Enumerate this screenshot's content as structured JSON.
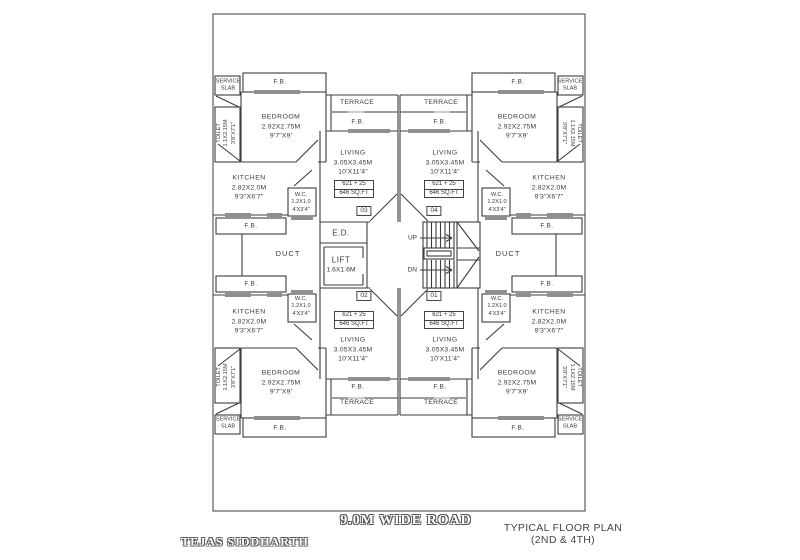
{
  "plan": {
    "rooms": {
      "bedroom": {
        "name": "BEDROOM",
        "dim_m": "2.92X2.75M",
        "dim_ft": "9'7\"X9'"
      },
      "living": {
        "name": "LIVING",
        "dim_m": "3.05X3.45M",
        "dim_ft": "10'X11'4\""
      },
      "kitchen": {
        "name": "KITCHEN",
        "dim_m": "2.82X2.0M",
        "dim_ft": "9'3\"X6'7\""
      },
      "toilet": {
        "name": "TOILET",
        "dim_m": "1.1X2.15M",
        "dim_ft": "3'8\"X7'1\""
      },
      "wc": {
        "name": "W.C.",
        "dim_m": "1.2X1.0",
        "dim_ft": "4'X3'4\""
      },
      "lift": {
        "name": "LIFT",
        "dim": "1.6X1.6M"
      },
      "terrace": "TERRACE",
      "fb": "F.B.",
      "duct": "DUCT",
      "ed": "E.D.",
      "service_slab": {
        "line1": "SERVICE",
        "line2": "SLAB"
      }
    },
    "area_box": {
      "line1": "621 + 25",
      "line2": "646 SQ.FT"
    },
    "units": {
      "u1": "01",
      "u2": "02",
      "u3": "03",
      "u4": "04"
    },
    "stairs": {
      "up": "UP",
      "dn": "DN"
    }
  },
  "footer": {
    "road": "9.0M WIDE ROAD",
    "project": "TEJAS SIDDHARTH",
    "title": "TYPICAL FLOOR PLAN",
    "subtitle": "(2ND & 4TH)"
  }
}
